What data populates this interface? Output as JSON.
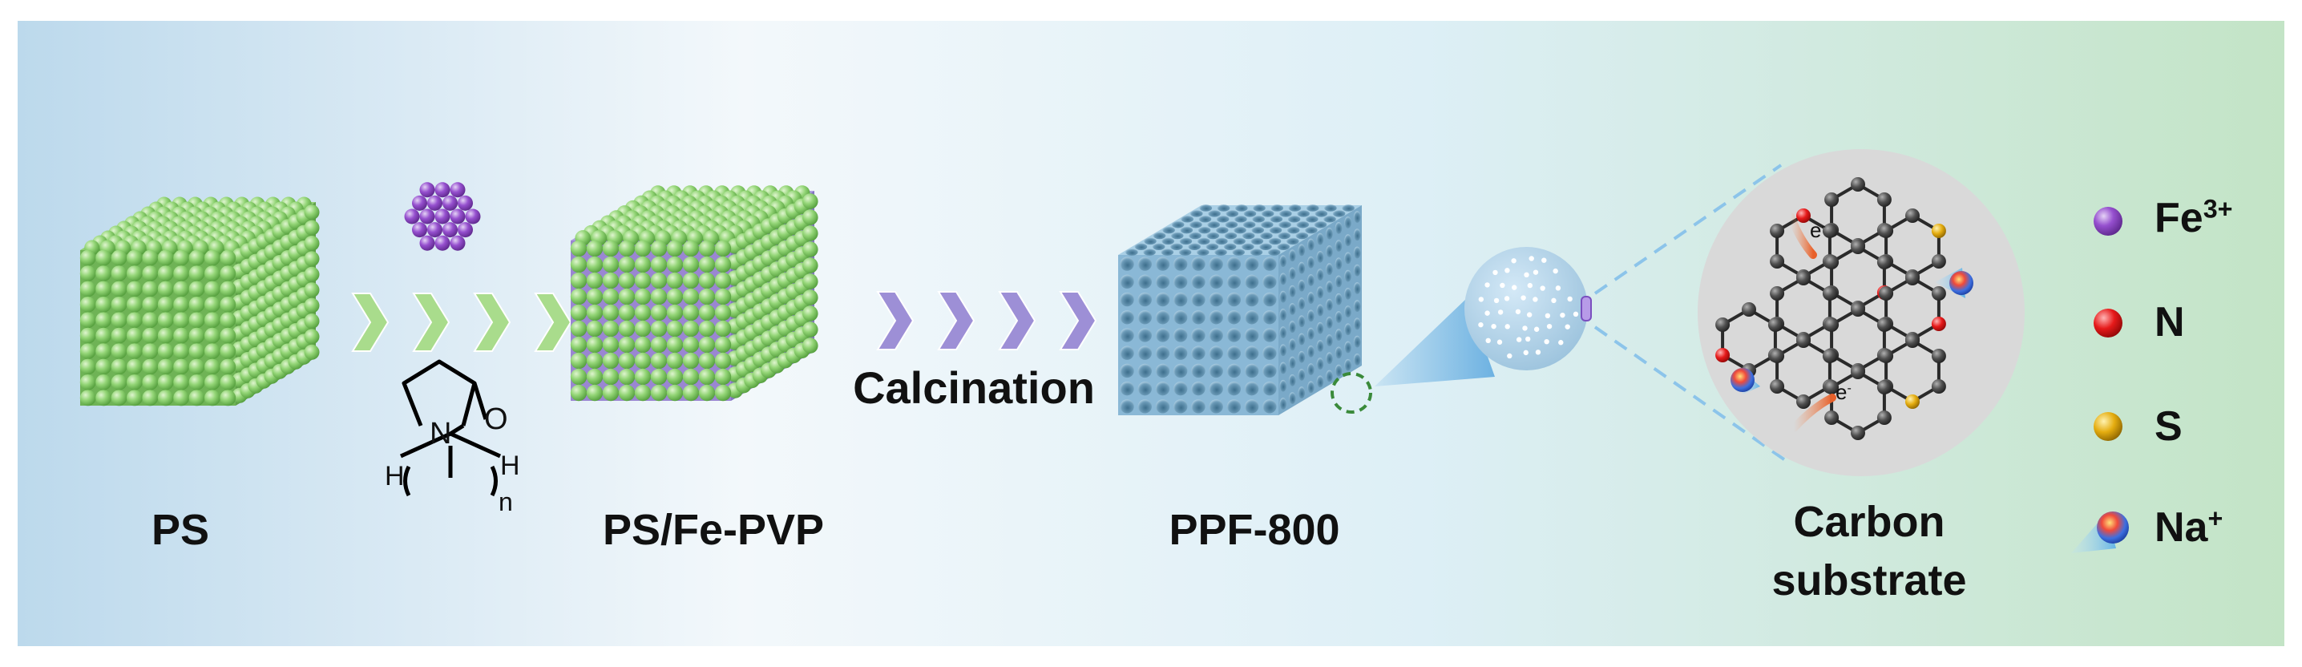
{
  "labels": {
    "ps": "PS",
    "ps_fe_pvp": "PS/Fe-PVP",
    "calcination": "Calcination",
    "ppf": "PPF-800",
    "carbon_line1": "Carbon",
    "carbon_line2": "substrate"
  },
  "pvp": {
    "o": "O",
    "n": "N",
    "h_left": "H",
    "h_right": "H",
    "sub_n": "n"
  },
  "electron": {
    "symbol": "e",
    "charge": "-"
  },
  "legend": [
    {
      "symbol": "Fe",
      "charge": "3+",
      "color": "#7b3aa8"
    },
    {
      "symbol": "N",
      "charge": "",
      "color": "#e01818"
    },
    {
      "symbol": "S",
      "charge": "",
      "color": "#e0a80c"
    },
    {
      "symbol": "Na",
      "charge": "+",
      "color": "#3d7fe0"
    }
  ],
  "colors": {
    "green_sphere": "#8fd072",
    "purple_fe": "#9a86d2",
    "porous_blue": "#8ab8d6",
    "green_arrow": "#a9dc8c",
    "purple_arrow": "#9d8fd6",
    "carbon_atom": "#3f3f3f",
    "carbon_circle_bg": "#d9d9d9"
  }
}
